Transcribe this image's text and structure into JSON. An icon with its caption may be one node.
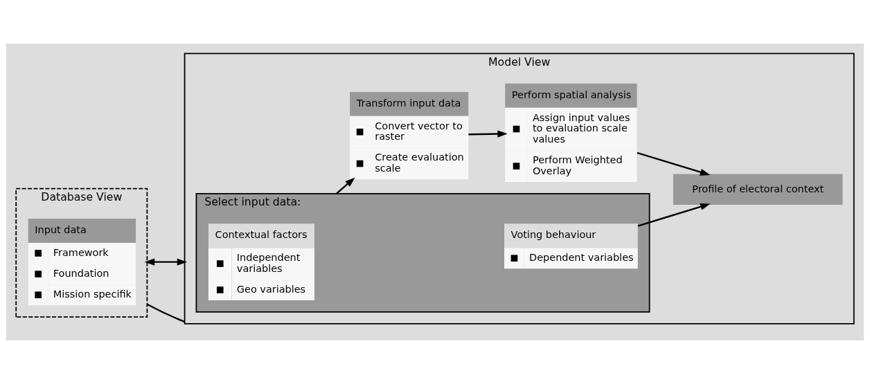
{
  "diagram": {
    "nodes": [
      {
        "text": [
          "Database View"
        ]
      },
      {
        "text": [
          "Input data",
          "Framework",
          "Foundation",
          "Mission specifik"
        ],
        "in": 0
      },
      {
        "text": [
          "Model View"
        ]
      },
      {
        "text": [
          "Select input data:"
        ],
        "in": 2
      },
      {
        "text": [
          "Contextual factors",
          "Independent variables",
          "Geo variables"
        ],
        "in": 3
      },
      {
        "text": [
          "Voting behaviour",
          "Dependent variables"
        ],
        "in": 3
      },
      {
        "text": [
          "Transform input data",
          "Convert vector to raster",
          "Create evaluation scale"
        ],
        "in": 2
      },
      {
        "text": [
          "Perform spatial analysis",
          "Assign input values to evaluation scale values",
          "Perform Weighted Overlay"
        ],
        "in": 2
      },
      {
        "text": [
          "Profile of electoral context"
        ],
        "in": 2
      }
    ],
    "edges": [
      {
        "from": 0,
        "to": 2,
        "arrow": "both"
      },
      {
        "from": 0,
        "to": 2,
        "arrow": "none"
      },
      {
        "from": 3,
        "to": 6,
        "arrow": "to"
      },
      {
        "from": 6,
        "to": 7,
        "arrow": "to"
      },
      {
        "from": 5,
        "to": 8,
        "arrow": "to"
      },
      {
        "from": 7,
        "to": 8,
        "arrow": "to"
      }
    ]
  }
}
